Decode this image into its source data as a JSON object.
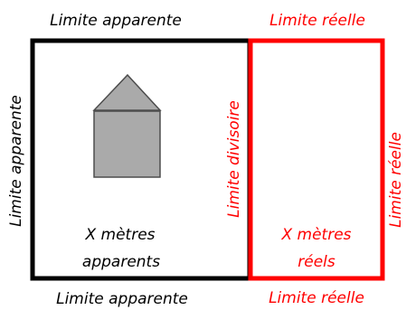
{
  "labels": {
    "top_apparent": "Limite apparente",
    "top_real": "Limite réelle",
    "left_apparent": "Limite apparente",
    "divider": "Limite divisoire",
    "right_real": "Limite réelle",
    "bottom_apparent": "Limite apparente",
    "bottom_real": "Limite réelle",
    "apparent_area_line1": "X mètres",
    "apparent_area_line2": "apparents",
    "real_area_line1": "X mètres",
    "real_area_line2": "réels"
  },
  "colors": {
    "apparent": "#000000",
    "real": "#ff0000",
    "house_fill": "#aaaaaa",
    "house_stroke": "#4d4d4d"
  },
  "icons": {
    "house": "house-icon"
  }
}
